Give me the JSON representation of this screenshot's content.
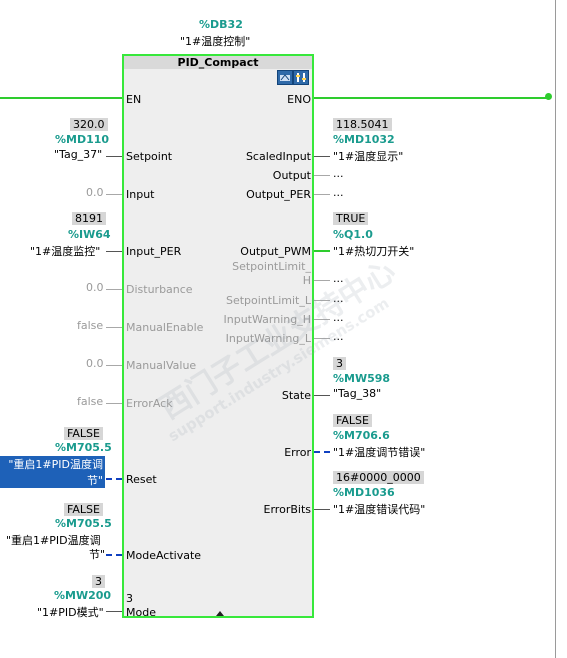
{
  "instance": {
    "address": "%DB32",
    "name": "\"1#温度控制\""
  },
  "block": {
    "title": "PID_Compact"
  },
  "left_pins": {
    "en": "EN",
    "setpoint": {
      "label": "Setpoint",
      "value": "320.0",
      "address": "%MD110",
      "tag": "\"Tag_37\""
    },
    "input": {
      "label": "Input",
      "value": "0.0"
    },
    "input_per": {
      "label": "Input_PER",
      "value": "8191",
      "address": "%IW64",
      "tag": "\"1#温度监控\""
    },
    "disturbance": {
      "label": "Disturbance",
      "value": "0.0"
    },
    "manual_enable": {
      "label": "ManualEnable",
      "value": "false"
    },
    "manual_value": {
      "label": "ManualValue",
      "value": "0.0"
    },
    "error_ack": {
      "label": "ErrorAck",
      "value": "false"
    },
    "reset": {
      "label": "Reset",
      "value": "FALSE",
      "address": "%M705.5",
      "tag_line1": "\"重启1#PID温度调",
      "tag_line2": "节\""
    },
    "mode_activate": {
      "label": "ModeActivate",
      "value": "FALSE",
      "address": "%M705.5",
      "tag_line1": "\"重启1#PID温度调",
      "tag_line2": "节\""
    },
    "mode": {
      "label": "Mode",
      "value": "3",
      "address": "%MW200",
      "tag": "\"1#PID模式\"",
      "inner_value": "3"
    }
  },
  "right_pins": {
    "eno": "ENO",
    "scaled_input": {
      "label": "ScaledInput",
      "value": "118.5041",
      "address": "%MD1032",
      "tag": "\"1#温度显示\""
    },
    "output": {
      "label": "Output",
      "tag": "..."
    },
    "output_per": {
      "label": "Output_PER",
      "tag": "..."
    },
    "output_pwm": {
      "label": "Output_PWM",
      "value": "TRUE",
      "address": "%Q1.0",
      "tag": "\"1#热切刀开关\""
    },
    "sp_limit_h_1": "SetpointLimit_",
    "sp_limit_h_2": "H",
    "sp_limit_h_tag": "...",
    "sp_limit_l": "SetpointLimit_L",
    "sp_limit_l_tag": "...",
    "input_warning_h": "InputWarning_H",
    "input_warning_h_tag": "...",
    "input_warning_l": "InputWarning_L",
    "input_warning_l_tag": "...",
    "state": {
      "label": "State",
      "value": "3",
      "address": "%MW598",
      "tag": "\"Tag_38\""
    },
    "error": {
      "label": "Error",
      "value": "FALSE",
      "address": "%M706.6",
      "tag": "\"1#温度调节错误\""
    },
    "error_bits": {
      "label": "ErrorBits",
      "value": "16#0000_0000",
      "address": "%MD1036",
      "tag": "\"1#温度错误代码\""
    }
  },
  "watermark": {
    "line1": "西门子工业支持中心",
    "line2": "support.industry.siemens.com"
  },
  "colors": {
    "wire": "#2ecc2e",
    "block_border": "#37e83b",
    "address": "#1a9b8e",
    "selection": "#1e61b8"
  },
  "icons": [
    "block-info-icon",
    "block-settings-icon",
    "expand-arrow-icon"
  ]
}
